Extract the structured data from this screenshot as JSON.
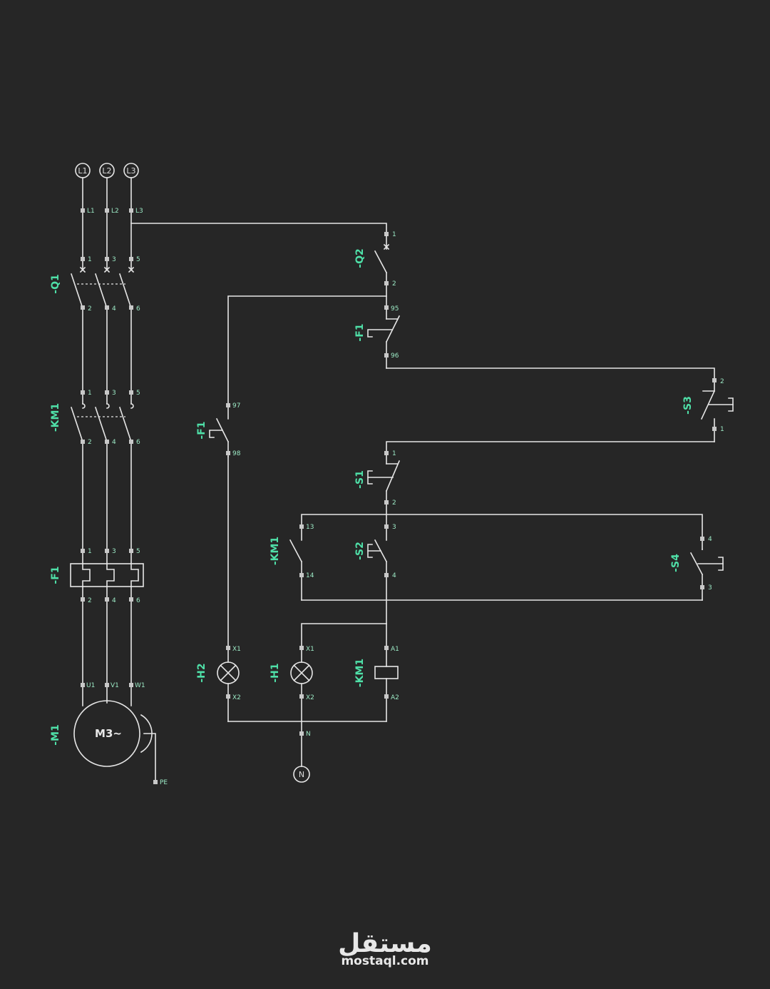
{
  "colors": {
    "background": "#262626",
    "wire": "#e6e6e6",
    "tag": "#4fe0a8",
    "pin_label": "#9be8c4"
  },
  "supply": [
    "L1",
    "L2",
    "L3"
  ],
  "neutral": "N",
  "tags": {
    "q1": "-Q1",
    "km1_main": "-KM1",
    "f1_main": "-F1",
    "m1": "-M1",
    "q2": "-Q2",
    "f1_nc": "-F1",
    "f1_no": "-F1",
    "s3": "-S3",
    "s1": "-S1",
    "s2": "-S2",
    "s4": "-S4",
    "km1_aux": "-KM1",
    "h2": "-H2",
    "h1": "-H1",
    "km1_coil": "-KM1"
  },
  "motor": {
    "label": "M3~",
    "pe": "PE"
  },
  "pins": {
    "terminal": [
      "L1",
      "L2",
      "L3"
    ],
    "q1_top": [
      "1",
      "3",
      "5"
    ],
    "q1_bot": [
      "2",
      "4",
      "6"
    ],
    "km1_top": [
      "1",
      "3",
      "5"
    ],
    "km1_bot": [
      "2",
      "4",
      "6"
    ],
    "f1_top": [
      "1",
      "3",
      "5"
    ],
    "f1_bot": [
      "2",
      "4",
      "6"
    ],
    "motor": [
      "U1",
      "V1",
      "W1"
    ],
    "q2": [
      "1",
      "2"
    ],
    "f1_nc": [
      "95",
      "96"
    ],
    "f1_no": [
      "97",
      "98"
    ],
    "s3": [
      "2",
      "1"
    ],
    "s1": [
      "1",
      "2"
    ],
    "s2": [
      "3",
      "4"
    ],
    "s4": [
      "4",
      "3"
    ],
    "km1_aux": [
      "13",
      "14"
    ],
    "h1": [
      "X1",
      "X2"
    ],
    "h2": [
      "X1",
      "X2"
    ],
    "coil": [
      "A1",
      "A2"
    ]
  },
  "logo": {
    "arabic": "مستقل",
    "latin": "mostaql.com"
  }
}
